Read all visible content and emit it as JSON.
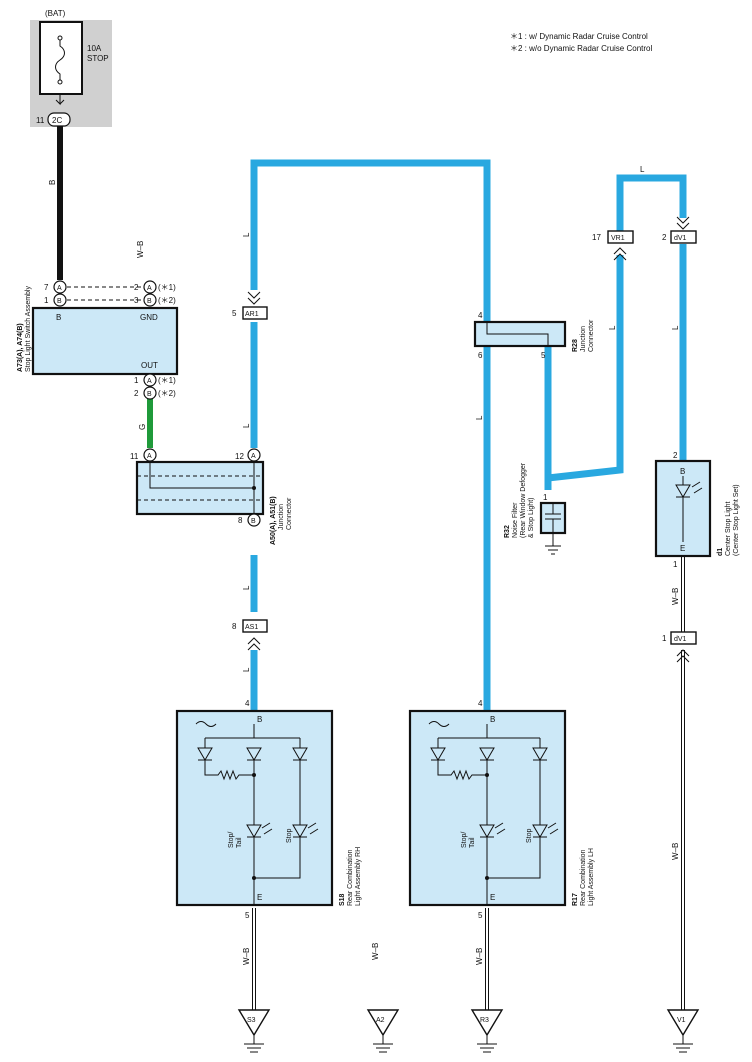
{
  "colors": {
    "wire_blue": "#29a8e0",
    "wire_green": "#1f9a3a",
    "component_fill": "#cce8f7",
    "fuse_block": "#d0d0d0"
  },
  "legend": {
    "note1": "＊1 : w/ Dynamic Radar Cruise Control",
    "note2": "＊2 : w/o Dynamic Radar Cruise Control"
  },
  "fuse": {
    "source": "(BAT)",
    "rating": "10A",
    "name": "STOP",
    "pin": "11",
    "connector": "2C"
  },
  "wires": {
    "b": "B",
    "wb": "W–B",
    "l": "L",
    "g": "G"
  },
  "stop_switch": {
    "id": "A73(A), A74(B)",
    "name": "Stop Light Switch Assembly",
    "b_label": "B",
    "gnd_label": "GND",
    "out_label": "OUT",
    "pin7": "7",
    "pin1": "1",
    "pin2": "2",
    "pin3": "3",
    "conn_a": "A",
    "conn_b": "B",
    "note1": "(＊1)",
    "note2": "(＊2)"
  },
  "junction_a50": {
    "id": "A50(A), A51(B)",
    "name": "Junction",
    "name2": "Connector",
    "pin11": "11",
    "pin12": "12",
    "pin8": "8",
    "conn_a": "A",
    "conn_b": "B"
  },
  "connectors": {
    "ar1": {
      "pin": "5",
      "label": "AR1"
    },
    "as1": {
      "pin": "8",
      "label": "AS1"
    },
    "vr1": {
      "pin": "17",
      "label": "VR1"
    },
    "dv1_top": {
      "pin": "2",
      "label": "dV1"
    },
    "dv1_bottom": {
      "pin": "1",
      "label": "dV1"
    }
  },
  "r28": {
    "id": "R28",
    "name": "Junction",
    "name2": "Connector",
    "pin4": "4",
    "pin6": "6",
    "pin5": "5"
  },
  "r32": {
    "id": "R32",
    "name": "Noise Filter",
    "name2": "(Rear Window Defogger",
    "name3": "& Stop Light)",
    "pin1": "1"
  },
  "d1": {
    "id": "d1",
    "name": "Center Stop Light",
    "name2": "(Center Stop Light Set)",
    "b_label": "B",
    "e_label": "E",
    "pin2": "2",
    "pin1": "1"
  },
  "s18": {
    "id": "S18",
    "name": "Rear Combination",
    "name2": "Light Assembly RH",
    "b_label": "B",
    "e_label": "E",
    "pin4": "4",
    "pin5": "5",
    "stop_tail": "Stop/",
    "stop_tail2": "Tail",
    "stop": "Stop"
  },
  "r17": {
    "id": "R17",
    "name": "Rear Combination",
    "name2": "Light Assembly LH",
    "b_label": "B",
    "e_label": "E",
    "pin4": "4",
    "pin5": "5",
    "stop_tail": "Stop/",
    "stop_tail2": "Tail",
    "stop": "Stop"
  },
  "grounds": {
    "s3": "S3",
    "a2": "A2",
    "r3": "R3",
    "v1": "V1"
  }
}
